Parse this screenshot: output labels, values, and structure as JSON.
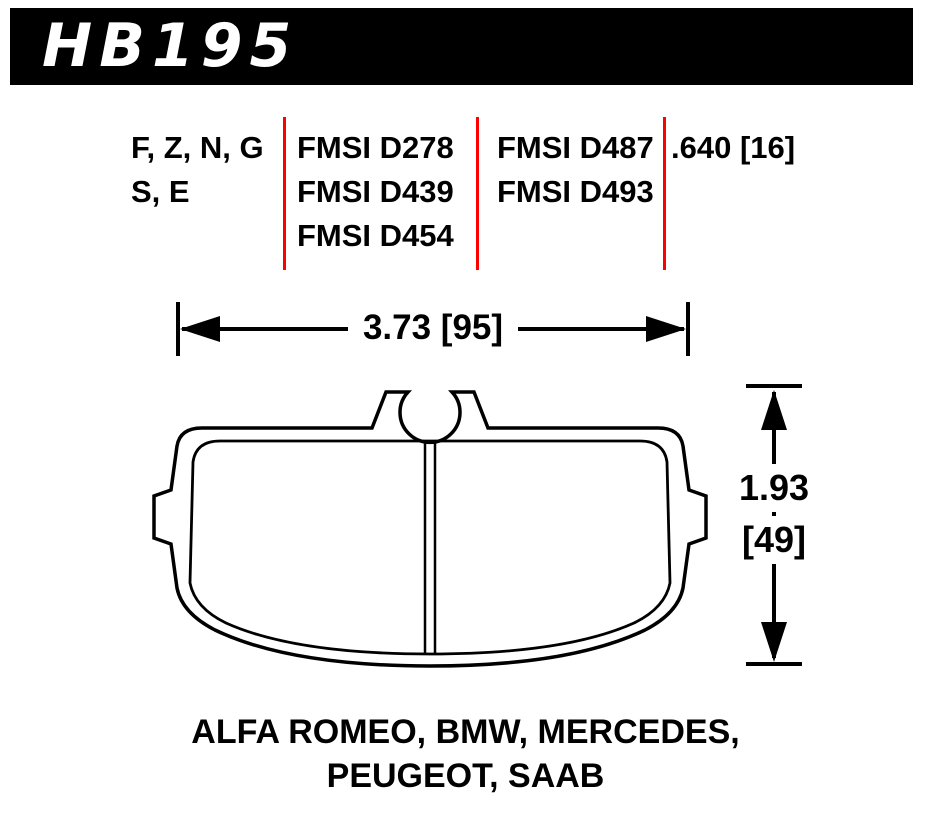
{
  "header": {
    "part_number": "HB195"
  },
  "spec_table": {
    "compound_rows": [
      "F, Z, N, G",
      "S, E"
    ],
    "fmsi_col1": [
      "FMSI D278",
      "FMSI D439",
      "FMSI D454"
    ],
    "fmsi_col2": [
      "FMSI D487",
      "FMSI D493"
    ],
    "thickness": ".640 [16]"
  },
  "dimensions": {
    "width_label": "3.73 [95]",
    "height_value": "1.93",
    "height_mm": "[49]"
  },
  "applications": {
    "line1": "ALFA ROMEO, BMW, MERCEDES,",
    "line2": "PEUGEOT, SAAB"
  },
  "colors": {
    "divider_red": "#ff0000",
    "banner_black": "#000000",
    "line_black": "#000000"
  }
}
